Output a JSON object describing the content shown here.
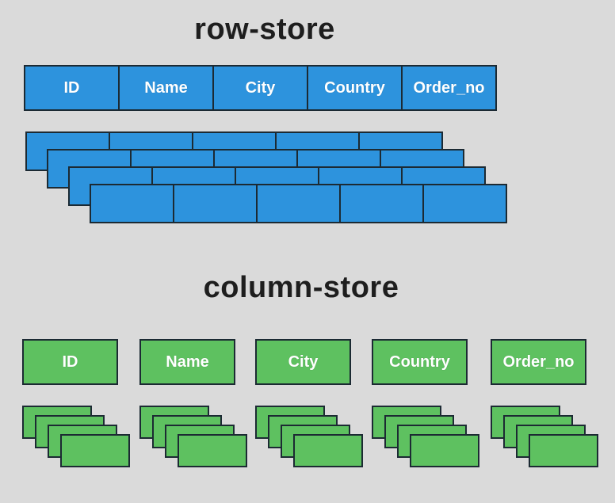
{
  "row_store": {
    "title": "row-store",
    "headers": [
      "ID",
      "Name",
      "City",
      "Country",
      "Order_no"
    ],
    "record_rows": 4,
    "color": "#2d93dd"
  },
  "column_store": {
    "title": "column-store",
    "headers": [
      "ID",
      "Name",
      "City",
      "Country",
      "Order_no"
    ],
    "records_per_column": 4,
    "color": "#5ec160"
  }
}
